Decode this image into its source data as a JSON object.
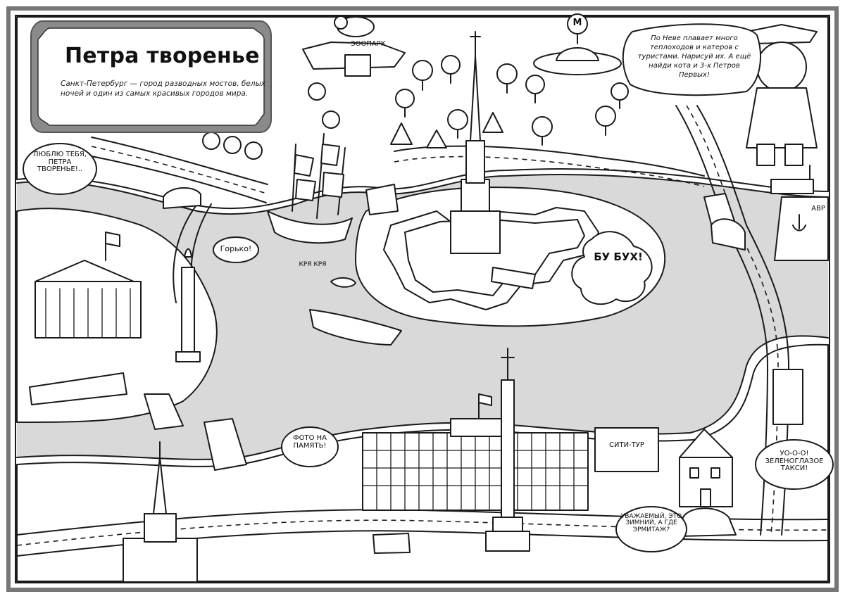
{
  "map": {
    "title": "Петра творенье",
    "subtitle": "Санкт-Петербург — город разводных мостов, белых ночей и один из самых красивых городов мира.",
    "cat_hint": "По Неве плавает много теплоходов и катеров с туристами. Нарисуй их. А ещё найди кота и 3-х Петров Первых!",
    "labels": {
      "zoo_sign": "ЗООПАРК",
      "metro_sign": "М",
      "love_bubble": "ЛЮБЛЮ ТЕБЯ, ПЕТРА ТВОРЕНЬЕ!..",
      "bitter_bubble": "Горько!",
      "quack": "КРЯ КРЯ",
      "boom": "БУ БУХ!",
      "photo_bubble": "ФОТО НА ПАМЯТЬ!",
      "city_tour": "СИТИ-ТУР",
      "taxi_bubble": "УО-О-О! ЗЕЛЕНОГЛАЗОЕ ТАКСИ!",
      "winter_bubble": "УВАЖАЕМЫЙ, ЭТО ЗИМНИЙ, А ГДЕ ЭРМИТАЖ?",
      "cruiser_name": "АВР"
    },
    "icons": {
      "anchor": "anchor-icon",
      "metro": "metro-icon"
    },
    "colors": {
      "water": "#d9d9d9",
      "panel": "#8a8a8a",
      "ink": "#1a1a1a"
    }
  }
}
